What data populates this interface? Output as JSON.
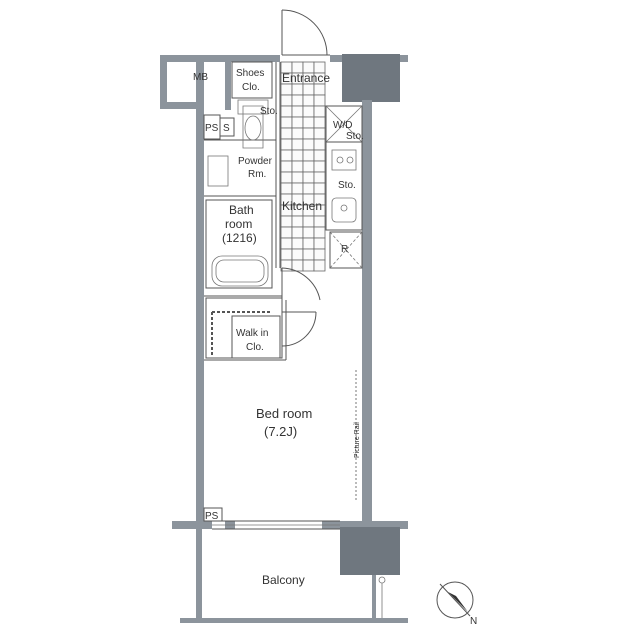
{
  "rooms": {
    "mb": "MB",
    "shoes_line1": "Shoes",
    "shoes_line2": "Clo.",
    "entrance": "Entrance",
    "sto_small": "Sto.",
    "ps_top": "PS",
    "s_box": "S",
    "wd_line1": "W/D",
    "wd_line2": "Sto.",
    "powder_line1": "Powder",
    "powder_line2": "Rm.",
    "sto_kitchen": "Sto.",
    "bath_line1": "Bath",
    "bath_line2": "room",
    "bath_line3": "(1216)",
    "kitchen": "Kitchen",
    "r_box": "R",
    "walkin_line1": "Walk in",
    "walkin_line2": "Clo.",
    "bedroom_line1": "Bed room",
    "bedroom_line2": "(7.2J)",
    "picture_rail": "Picture Rail",
    "ps_bottom": "PS",
    "balcony": "Balcony",
    "north": "N"
  },
  "colors": {
    "wall": "#8c949c",
    "wall_dark": "#6f777f",
    "line": "#555555"
  }
}
